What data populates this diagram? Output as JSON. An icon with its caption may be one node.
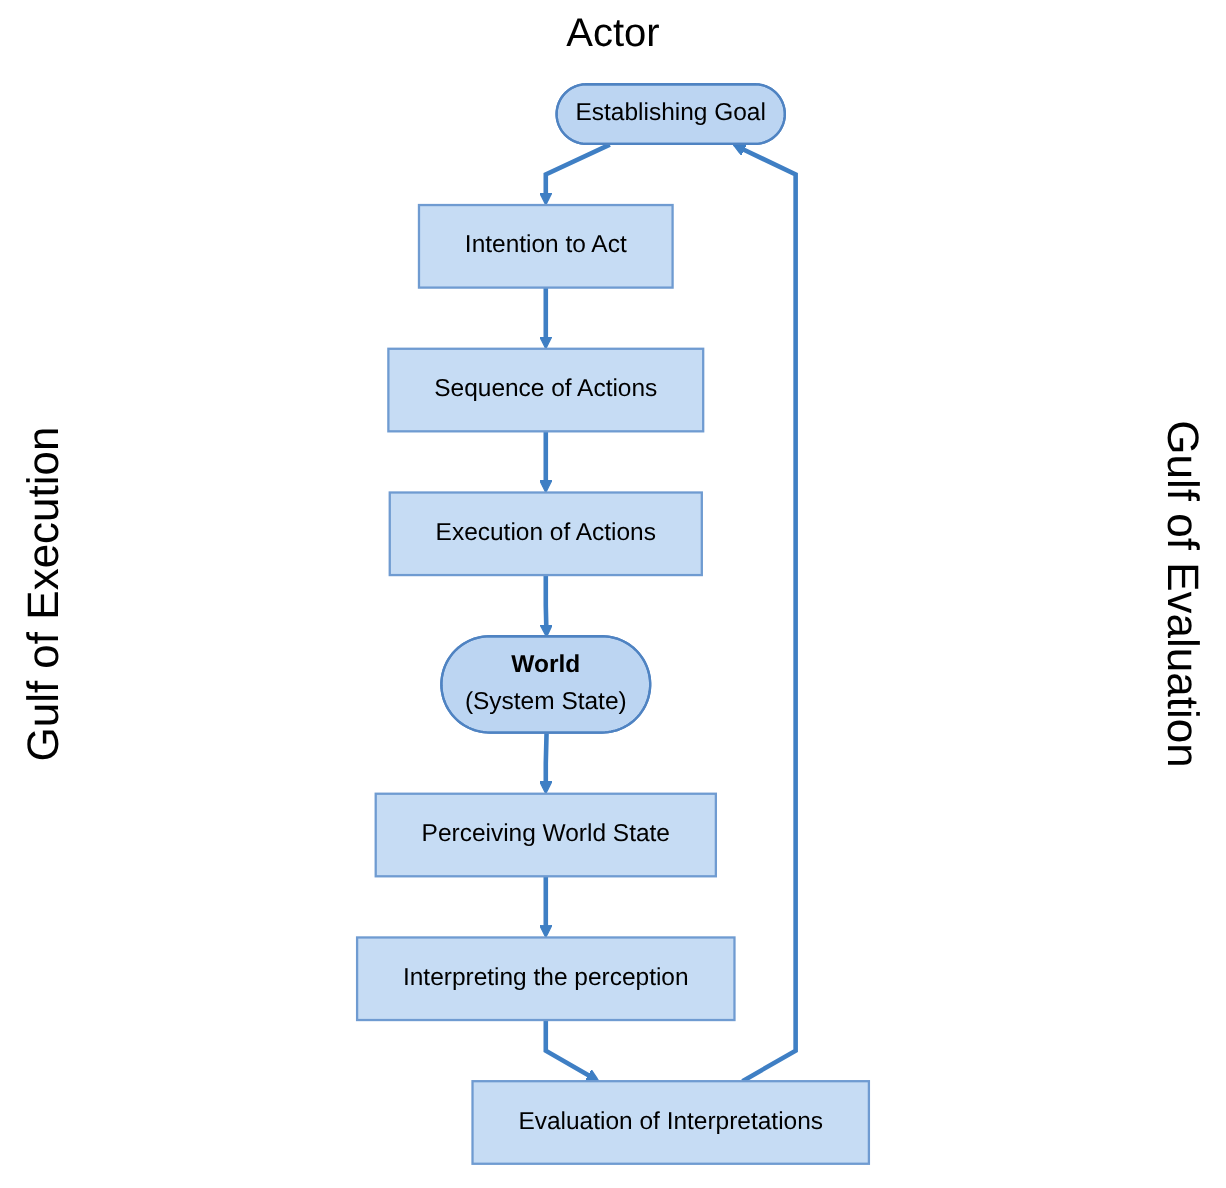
{
  "diagram": {
    "nodes": [
      {
        "text": [
          "Establishing Goal"
        ]
      },
      {
        "text": [
          "Intention to Act"
        ]
      },
      {
        "text": [
          "Sequence of Actions"
        ]
      },
      {
        "text": [
          "Execution of Actions"
        ]
      },
      {
        "text": [
          "World",
          "(System State)"
        ]
      },
      {
        "text": [
          "Perceiving World State"
        ]
      },
      {
        "text": [
          "Interpreting the perception"
        ]
      },
      {
        "text": [
          "Evaluation of Interpretations"
        ]
      }
    ],
    "edges": [
      {
        "from": 0,
        "to": 1,
        "arrow": "to"
      },
      {
        "from": 1,
        "to": 2,
        "arrow": "to"
      },
      {
        "from": 2,
        "to": 3,
        "arrow": "to"
      },
      {
        "from": 3,
        "to": 4,
        "arrow": "to"
      },
      {
        "from": 4,
        "to": 5,
        "arrow": "to"
      },
      {
        "from": 5,
        "to": 6,
        "arrow": "to"
      },
      {
        "from": 6,
        "to": 7,
        "arrow": "to"
      },
      {
        "from": 7,
        "to": 0,
        "arrow": "to"
      }
    ],
    "labels": [
      "Actor",
      "Gulf of Execution",
      "Gulf of Evaluation"
    ]
  }
}
